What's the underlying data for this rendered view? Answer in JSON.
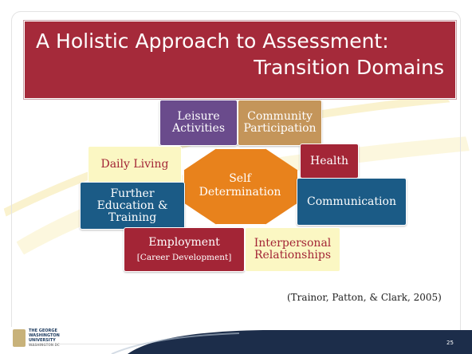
{
  "slide": {
    "title_line1": "A Holistic Approach to Assessment:",
    "title_line2": "Transition Domains",
    "citation": "(Trainor, Patton, & Clark, 2005)",
    "page_number": "25"
  },
  "diagram": {
    "center": {
      "line1": "Self",
      "line2": "Determination"
    },
    "nodes": {
      "leisure": {
        "line1": "Leisure",
        "line2": "Activities"
      },
      "community": {
        "line1": "Community",
        "line2": "Participation"
      },
      "daily_living": {
        "line1": "Daily Living"
      },
      "health": {
        "line1": "Health"
      },
      "further_education": {
        "line1": "Further",
        "line2": "Education &",
        "line3": "Training"
      },
      "communication": {
        "line1": "Communication"
      },
      "employment": {
        "line1": "Employment",
        "line2": "[Career Development]"
      },
      "interpersonal": {
        "line1": "Interpersonal",
        "line2": "Relationships"
      }
    }
  },
  "logo": {
    "line1": "THE GEORGE",
    "line2": "WASHINGTON",
    "line3": "UNIVERSITY",
    "line4": "WASHINGTON DC"
  },
  "colors": {
    "title": "#a52a3a",
    "purple": "#6a4b8c",
    "tan": "#c4955a",
    "maroon": "#a32536",
    "teal": "#1b5b86",
    "yellow": "#fbf7c3",
    "center": "#e8821c",
    "footer": "#1c2d4a"
  }
}
